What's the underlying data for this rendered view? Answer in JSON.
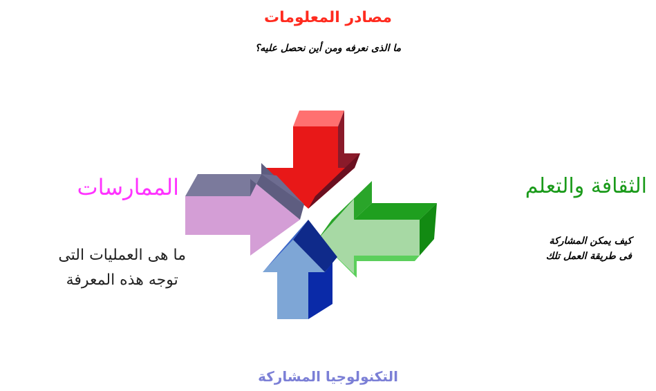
{
  "top": {
    "title": "مصادر المعلومات",
    "subtitle": "ما الذى نعرفه ومن أين نحصل عليه؟"
  },
  "left": {
    "title": "الممارسات",
    "description_lines": [
      "ما هى العمليات التى",
      "توجه هذه المعرفة"
    ]
  },
  "right": {
    "title": "الثقافة والتعلم",
    "description_lines": [
      "كيف يمكن المشاركة",
      "فى طريقة العمل تلك"
    ]
  },
  "bottom": {
    "title": "التكنولوجيا المشاركة"
  },
  "arrow_colors": {
    "top": "#ff1a1a",
    "left": "#d6a0d8",
    "right": "#2eb82e",
    "bottom": "#6a9fd8"
  }
}
